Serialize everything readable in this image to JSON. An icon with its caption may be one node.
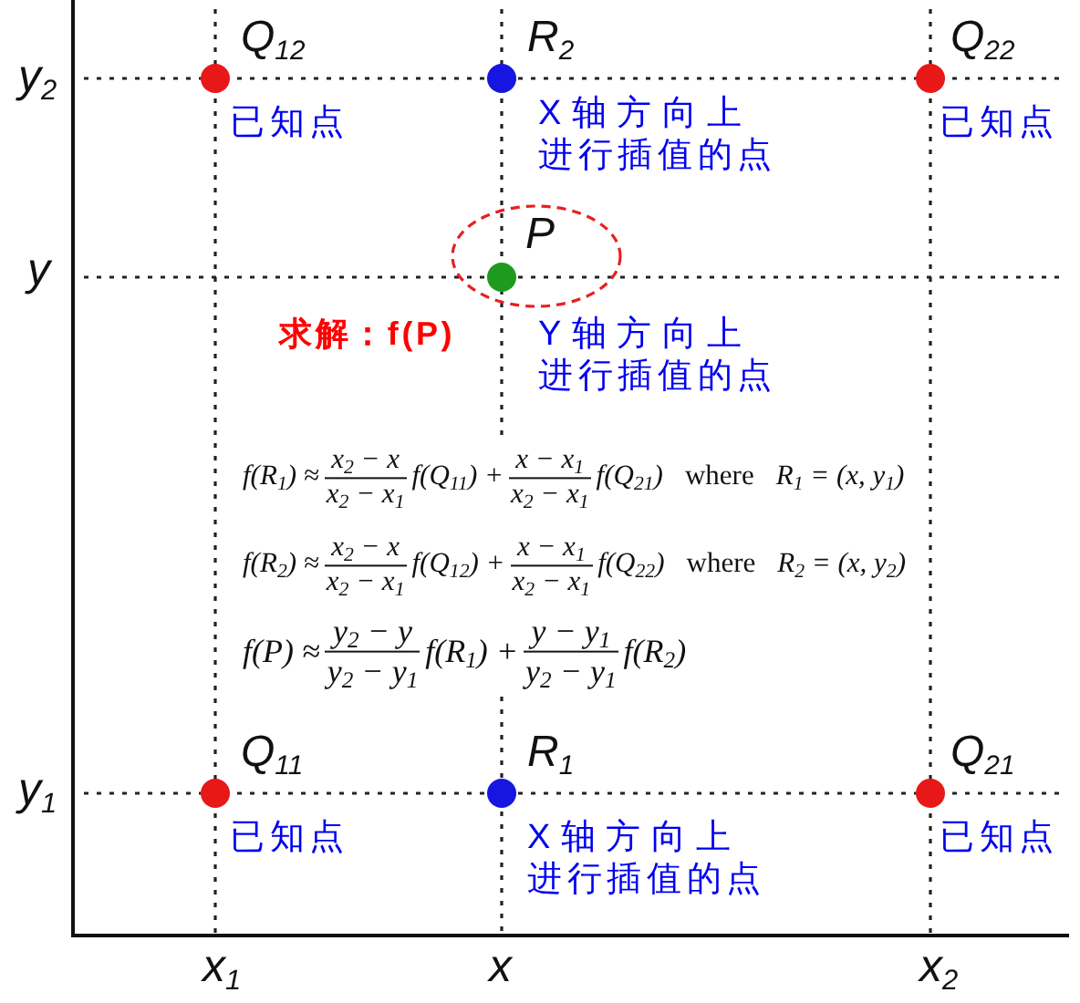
{
  "diagram": {
    "nodes": [
      {
        "text": [
          "Q$_{12}$"
        ],
        "beside": [
          "已知点"
        ]
      },
      {
        "text": [
          "R$_{2}$"
        ],
        "beside": [
          "X轴方向上进行插值的点"
        ]
      },
      {
        "text": [
          "Q$_{22}$"
        ],
        "beside": [
          "已知点"
        ]
      },
      {
        "text": [
          "P"
        ],
        "beside": [
          "求解：f(P)",
          "Y轴方向上进行插值的点"
        ]
      },
      {
        "text": [
          "Q$_{11}$"
        ],
        "beside": [
          "已知点"
        ]
      },
      {
        "text": [
          "R$_{1}$"
        ],
        "beside": [
          "X轴方向上进行插值的点"
        ]
      },
      {
        "text": [
          "Q$_{21}$"
        ],
        "beside": [
          "已知点"
        ]
      }
    ],
    "labels": [
      "y$_{2}$",
      "y",
      "f(R$_{1}$) ≈",
      "x$_{2}$ − x",
      "x$_{2}$ − x$_{1}$",
      "f(Q$_{11}$) +",
      "x − x$_{1}$",
      "x$_{2}$ − x$_{1}$",
      "f(Q$_{21}$)",
      "where",
      "R$_{1}$ = (x, y$_{1}$)",
      "f(R$_{2}$) ≈",
      "x$_{2}$ − x",
      "x$_{2}$ − x$_{1}$",
      "f(Q$_{12}$) +",
      "x − x$_{1}$",
      "x$_{2}$ − x$_{1}$",
      "f(Q$_{22}$)",
      "where",
      "R$_{2}$ = (x, y$_{2}$)",
      "f(P) ≈",
      "y$_{2}$ − y",
      "y$_{2}$ − y$_{1}$",
      "f(R$_{1}$) +",
      "y − y$_{1}$",
      "y$_{2}$ − y$_{1}$",
      "f(R$_{2}$)",
      "y$_{1}$",
      "x$_{1}$",
      "x",
      "x$_{2}$"
    ]
  }
}
